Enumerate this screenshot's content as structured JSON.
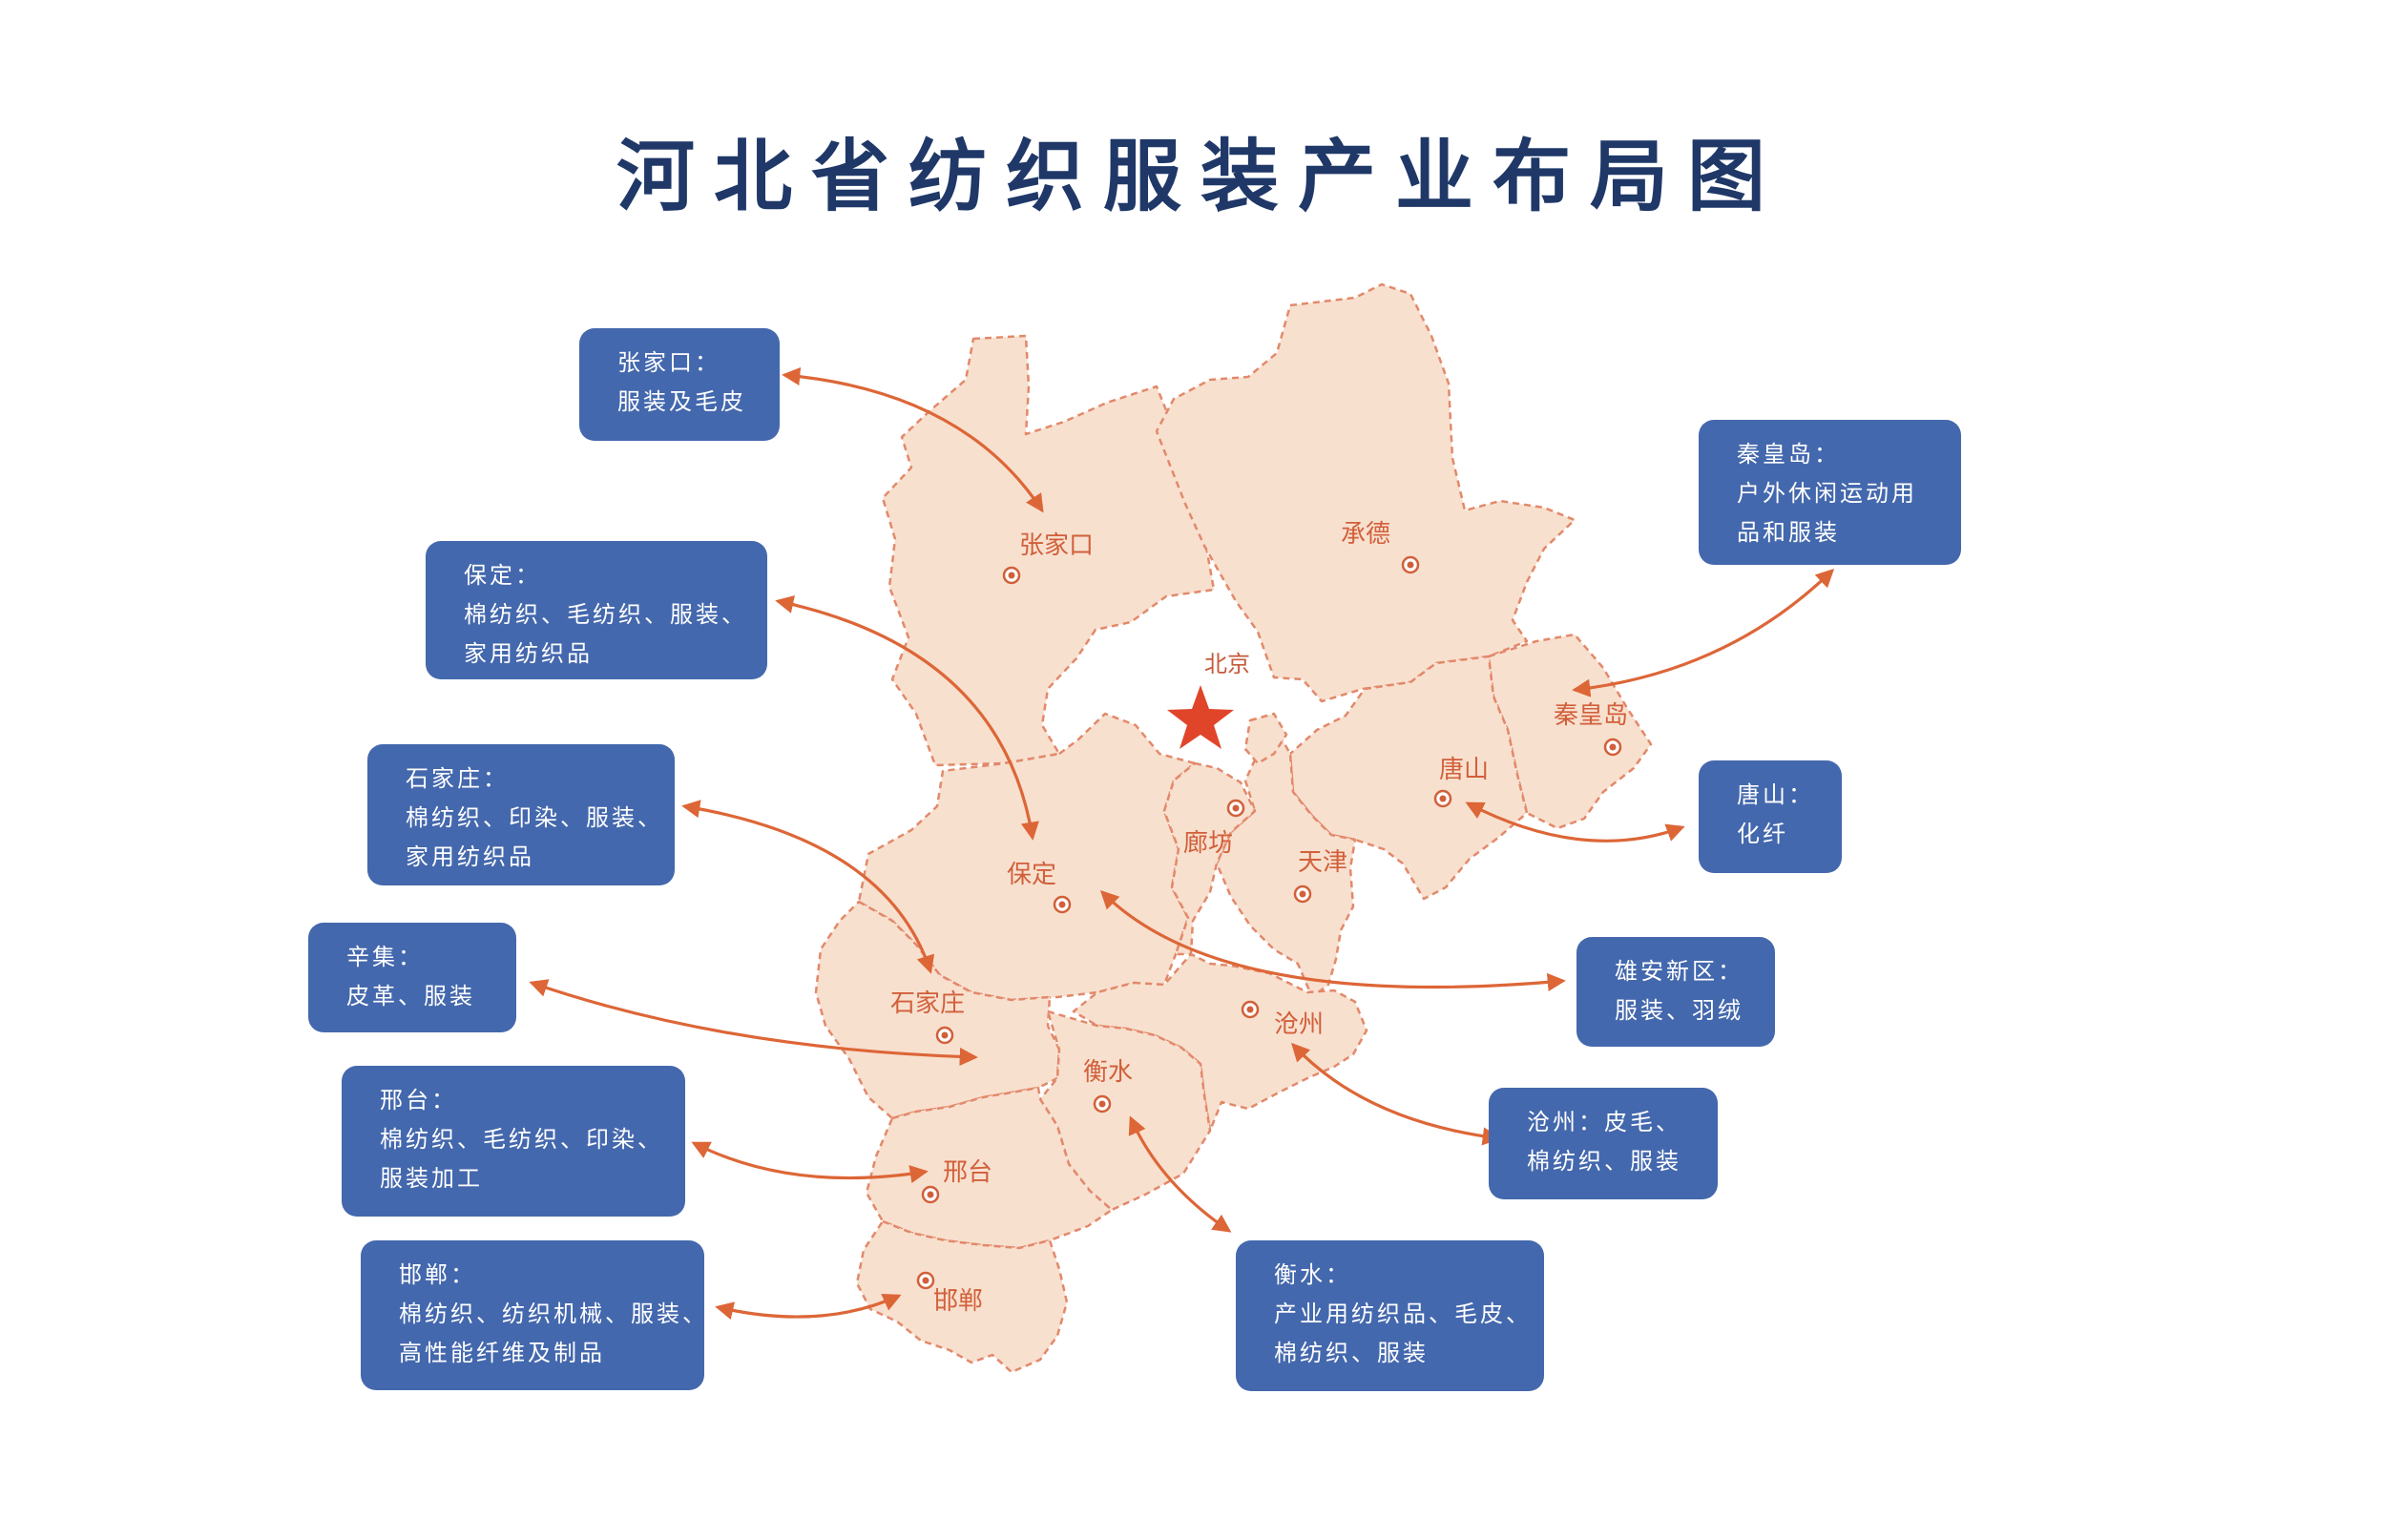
{
  "title": "河北省纺织服装产业布局图",
  "capital": "北京",
  "cities": {
    "zhangjiakou": "张家口",
    "chengde": "承德",
    "qinhuangdao": "秦皇岛",
    "tangshan": "唐山",
    "langfang": "廊坊",
    "tianjin": "天津",
    "baoding": "保定",
    "shijiazhuang": "石家庄",
    "cangzhou": "沧州",
    "hengshui": "衡水",
    "xingtai": "邢台",
    "handan": "邯郸"
  },
  "boxes": {
    "zhangjiakou": [
      "张家口：",
      "服装及毛皮"
    ],
    "baoding": [
      "保定：",
      "棉纺织、毛纺织、服装、",
      "家用纺织品"
    ],
    "shijiazhuang": [
      "石家庄：",
      "棉纺织、印染、服装、",
      "家用纺织品"
    ],
    "xinji": [
      "辛集：",
      "皮革、服装"
    ],
    "xingtai": [
      "邢台：",
      "棉纺织、毛纺织、印染、",
      "服装加工"
    ],
    "handan": [
      "邯郸：",
      "棉纺织、纺织机械、服装、",
      "高性能纤维及制品"
    ],
    "qinhuangdao": [
      "秦皇岛：",
      "户外休闲运动用",
      "品和服装"
    ],
    "tangshan": [
      "唐山：",
      "化纤"
    ],
    "xiongan": [
      "雄安新区：",
      "服装、羽绒"
    ],
    "cangzhou": [
      "沧州：皮毛、",
      "棉纺织、服装"
    ],
    "hengshui": [
      "衡水：",
      "产业用纺织品、毛皮、",
      "棉纺织、服装"
    ]
  },
  "colors": {
    "title": "#1f3868",
    "region_fill": "#f8e0cf",
    "region_border": "#e2896b",
    "box": "#4468ad",
    "arrow": "#dd6637",
    "capital_star": "#e0452a"
  }
}
